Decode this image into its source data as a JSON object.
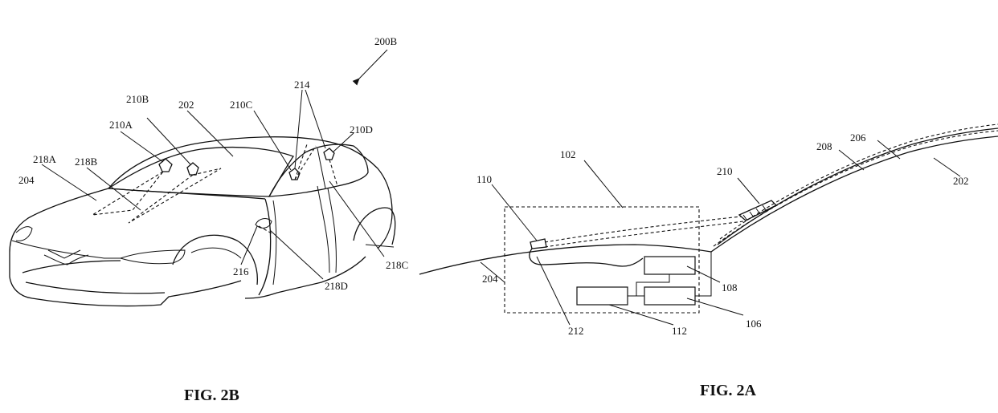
{
  "figures": {
    "fig2b": {
      "caption": "FIG. 2B",
      "labels": {
        "l200B": "200B",
        "l214": "214",
        "l210B": "210B",
        "l202": "202",
        "l210C": "210C",
        "l210D": "210D",
        "l210A": "210A",
        "l218A": "218A",
        "l218B": "218B",
        "l204": "204",
        "l216": "216",
        "l218D": "218D",
        "l218C": "218C"
      }
    },
    "fig2a": {
      "caption": "FIG. 2A",
      "labels": {
        "l206": "206",
        "l208": "208",
        "l202": "202",
        "l210": "210",
        "l102": "102",
        "l110": "110",
        "l204": "204",
        "l108": "108",
        "l106": "106",
        "l212": "212",
        "l112": "112"
      }
    }
  },
  "colors": {
    "ink": "#111111",
    "paper": "#ffffff",
    "dots": "#333333"
  }
}
